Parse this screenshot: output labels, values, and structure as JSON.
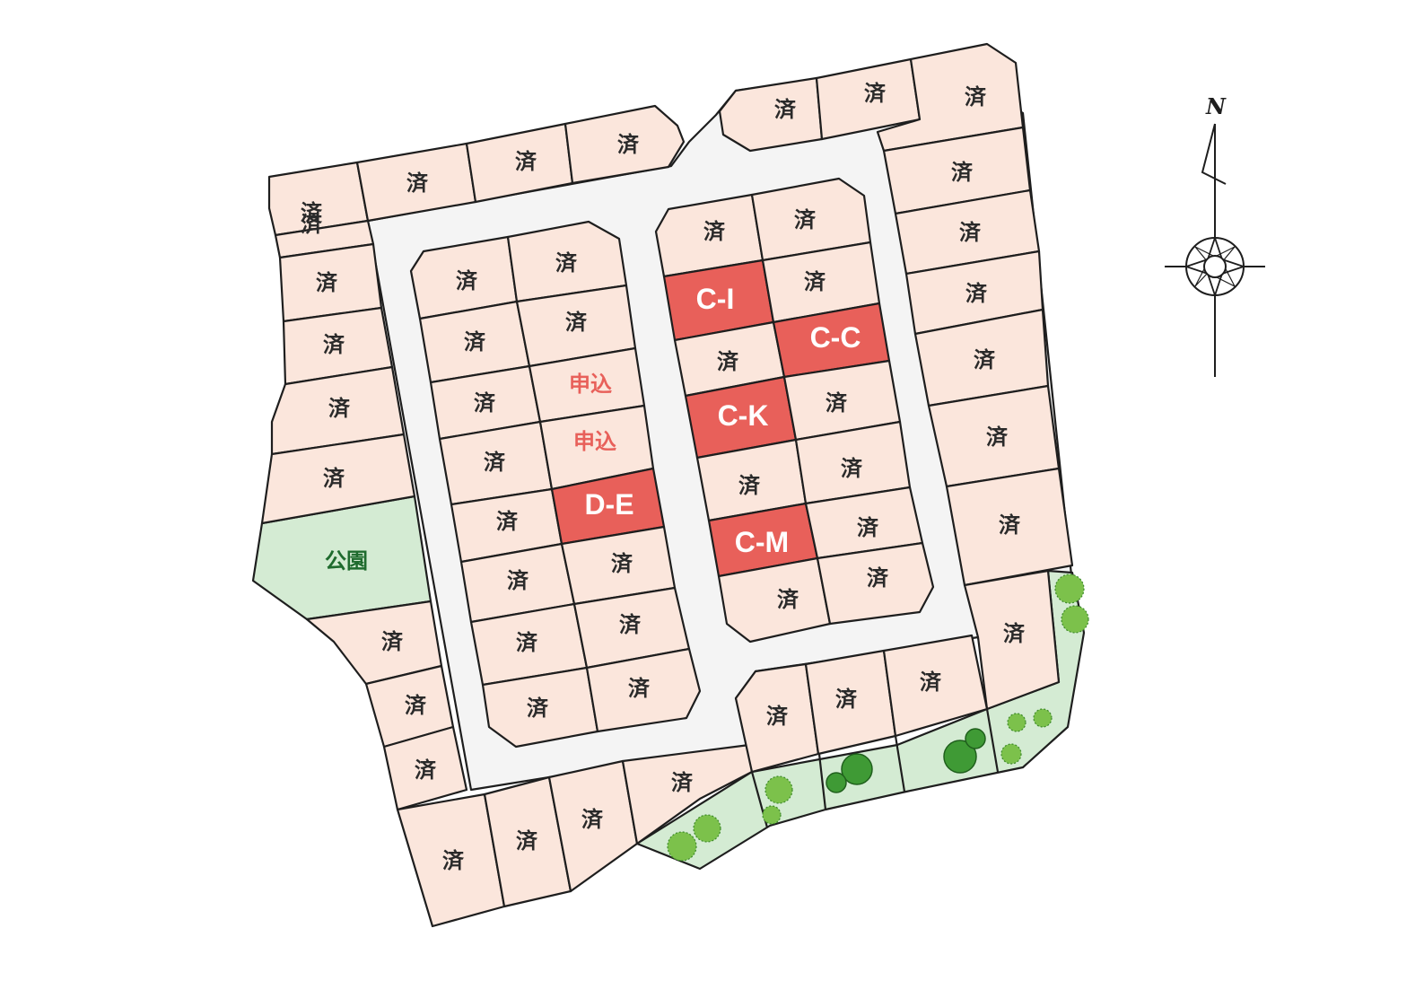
{
  "map": {
    "sold_label": "済",
    "applied_label": "申込",
    "park_label": "公園",
    "available_lots": [
      "C-I",
      "C-C",
      "C-K",
      "C-M",
      "D-E"
    ],
    "colors": {
      "lot": "#fbe6dc",
      "available": "#e8605a",
      "applied_text": "#e8605a",
      "park": "#d4ebd3",
      "park_text": "#1f6b2e",
      "road": "#f4f4f4"
    }
  },
  "compass": {
    "north_label": "N"
  }
}
